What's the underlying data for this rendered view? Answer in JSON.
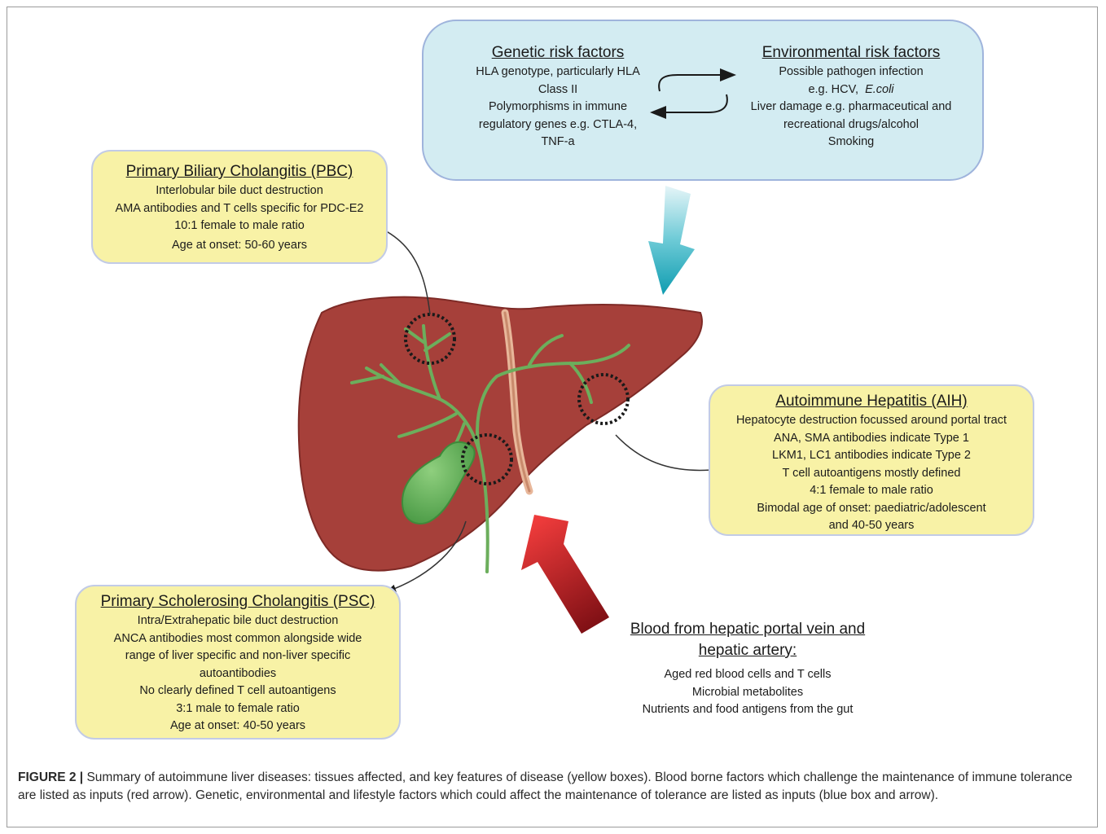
{
  "genetic": {
    "title": "Genetic risk factors",
    "lines": [
      "HLA genotype, particularly HLA",
      "Class II",
      "Polymorphisms in immune",
      "regulatory genes e.g. CTLA-4,",
      "TNF-a"
    ]
  },
  "environmental": {
    "title": "Environmental risk factors",
    "line1": "Possible pathogen infection",
    "line2_prefix": "e.g. HCV,",
    "line2_italic": "E.coli",
    "line3": "Liver damage e.g. pharmaceutical and",
    "line4": "recreational drugs/alcohol",
    "line5": "Smoking"
  },
  "pbc": {
    "title": "Primary Biliary Cholangitis (PBC)",
    "lines": [
      "Interlobular bile duct destruction",
      "AMA antibodies and T cells specific for PDC-E2",
      "10:1 female to male ratio",
      "Age at onset: 50-60 years"
    ]
  },
  "aih": {
    "title": "Autoimmune Hepatitis (AIH)",
    "lines": [
      "Hepatocyte destruction focussed around portal tract",
      "ANA, SMA antibodies indicate Type 1",
      "LKM1, LC1 antibodies indicate Type 2",
      "T cell autoantigens mostly defined",
      "4:1 female to male ratio",
      "Bimodal age of onset: paediatric/adolescent",
      "and 40-50 years"
    ]
  },
  "psc": {
    "title": "Primary Scholerosing Cholangitis (PSC)",
    "lines": [
      "Intra/Extrahepatic bile duct destruction",
      "ANCA antibodies most common alongside wide",
      "range of liver specific and non-liver specific",
      "autoantibodies",
      "No clearly defined T cell autoantigens",
      "3:1 male to female ratio",
      "Age at onset: 40-50 years"
    ]
  },
  "blood": {
    "title_line1": "Blood from hepatic portal vein and",
    "title_line2": "hepatic artery:",
    "lines": [
      "Aged red blood cells and T cells",
      "Microbial metabolites",
      "Nutrients and food antigens from the gut"
    ]
  },
  "caption": {
    "label": "FIGURE 2 |",
    "text": " Summary of autoimmune liver diseases: tissues affected, and key features of disease (yellow boxes). Blood borne factors which challenge the maintenance of immune tolerance are listed as inputs (red arrow). Genetic, environmental and lifestyle factors which could affect the maintenance of tolerance are listed as inputs (blue box and arrow)."
  },
  "colors": {
    "liver": "#a6403a",
    "bile_duct": "#6cae5c",
    "yellow_box": "#f8f2a6",
    "blue_box": "#d3ecf2",
    "red_arrow": "#c3232a",
    "teal_arrow": "#16a3b4"
  }
}
